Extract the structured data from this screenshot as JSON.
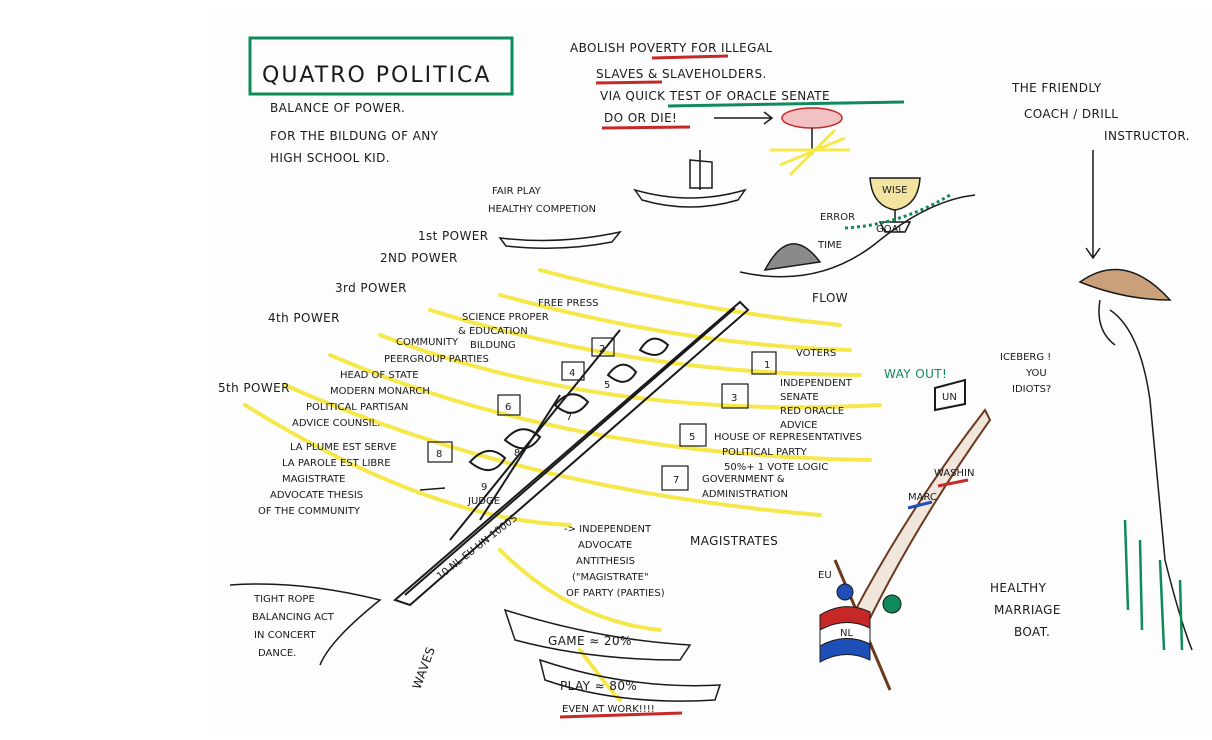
{
  "title": "QUATRO POLITICA",
  "subtitle": [
    "BALANCE OF POWER.",
    "FOR THE BILDUNG OF ANY",
    "HIGH SCHOOL KID."
  ],
  "slogan": [
    "ABOLISH POVERTY FOR ILLEGAL",
    "SLAVES & SLAVEHOLDERS.",
    "VIA QUICK TEST OF ORACLE SENATE",
    "DO OR DIE!"
  ],
  "coach": [
    "THE FRIENDLY",
    "COACH / DRILL",
    "INSTRUCTOR."
  ],
  "fair_play": [
    "FAIR PLAY",
    "HEALTHY COMPETION"
  ],
  "trophy": {
    "top": "WISE",
    "bottom": "GOAL",
    "error": "ERROR",
    "time": "TIME",
    "flow": "FLOW"
  },
  "powers": [
    "1st POWER",
    "2ND POWER",
    "3rd POWER",
    "4th POWER",
    "5th POWER"
  ],
  "left_labels": {
    "free_press": "FREE PRESS",
    "science": [
      "SCIENCE PROPER",
      "& EDUCATION",
      "BILDUNG"
    ],
    "community": [
      "COMMUNITY",
      "PEERGROUP PARTIES"
    ],
    "head_of_state": [
      "HEAD OF STATE",
      "MODERN MONARCH",
      "POLITICAL PARTISAN",
      "ADVICE COUNSIL."
    ],
    "la_plume": [
      "LA PLUME EST SERVE",
      "LA PAROLE EST LIBRE",
      "MAGISTRATE",
      "ADVOCATE THESIS",
      "OF THE COMMUNITY"
    ]
  },
  "right_labels": {
    "voters": "VOTERS",
    "senate": [
      "INDEPENDENT",
      "SENATE",
      "RED ORACLE",
      "ADVICE"
    ],
    "way_out": "WAY OUT!",
    "house": [
      "HOUSE OF REPRESENTATIVES",
      "POLITICAL PARTY",
      "50%+ 1 VOTE LOGIC"
    ],
    "government": [
      "GOVERNMENT &",
      "ADMINISTRATION"
    ],
    "magistrates": "MAGISTRATES"
  },
  "numbers": [
    "1",
    "2",
    "3",
    "4",
    "5",
    "5",
    "6",
    "7",
    "7",
    "8",
    "8",
    "9"
  ],
  "oar_text": "10 NL EU UN 1000S",
  "judge": "JUDGE",
  "advocate": [
    "-> INDEPENDENT",
    "ADVOCATE",
    "ANTITHESIS",
    "(\"MAGISTRATE\"",
    "OF PARTY (PARTIES)"
  ],
  "tight_rope": [
    "TIGHT ROPE",
    "BALANCING ACT",
    "IN CONCERT",
    "DANCE."
  ],
  "waves": "WAVES",
  "game": "GAME ≈ 20%",
  "play": "PLAY ≈ 80%",
  "work": "EVEN AT WORK!!!!",
  "icebergs": [
    "ICEBERG !",
    "YOU",
    "IDIOTS?"
  ],
  "boat": {
    "un": "UN",
    "washing": "WASHIN",
    "marc": "MARC",
    "eu": "EU",
    "nl": "NL",
    "label": [
      "HEALTHY",
      "MARRIAGE",
      "BOAT."
    ]
  },
  "colors": {
    "ink": "#1a1a1a",
    "yellow": "#f6e84a",
    "red": "#c62828",
    "green": "#0f8a5a",
    "blue": "#1e4fb8",
    "brown": "#6b3a1f"
  }
}
